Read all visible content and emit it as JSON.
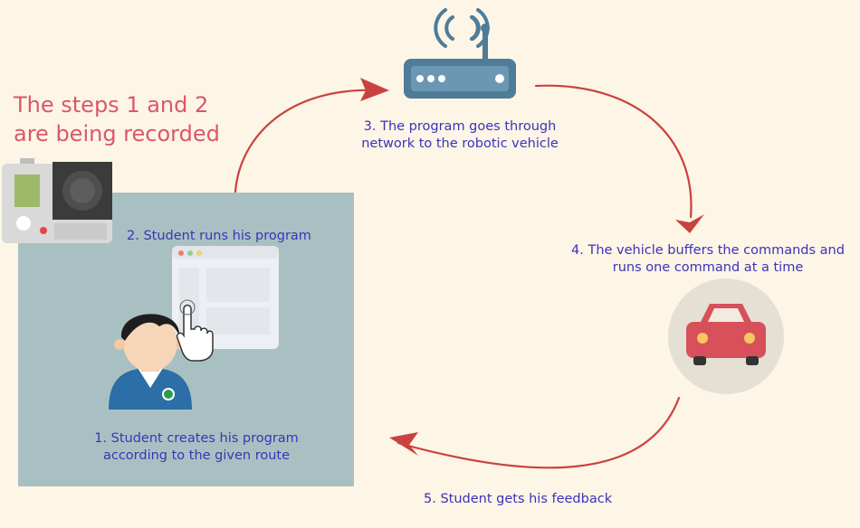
{
  "header": {
    "title_line1": "The steps 1 and 2",
    "title_line2": "are being recorded"
  },
  "steps": [
    {
      "line1": "1. Student creates his program",
      "line2": "according to the given route"
    },
    {
      "line1": "2. Student runs his program"
    },
    {
      "line1": "3. The program  goes through",
      "line2": "network to the robotic vehicle"
    },
    {
      "line1": "4. The vehicle buffers the commands and",
      "line2": "runs one command at a time"
    },
    {
      "line1": "5. Student gets his feedback"
    }
  ],
  "icons": {
    "camera": "action-camera-icon",
    "router": "wifi-router-icon",
    "car": "car-icon",
    "student": "student-avatar-icon",
    "window": "program-window-icon",
    "hand": "pointing-hand-icon"
  },
  "colors": {
    "background": "#fdf5e6",
    "title": "#d95868",
    "panel": "#a9c0c2",
    "label": "#3b33b8",
    "arrow": "#c9423f",
    "router": "#4f7c98",
    "car": "#d8505a"
  }
}
